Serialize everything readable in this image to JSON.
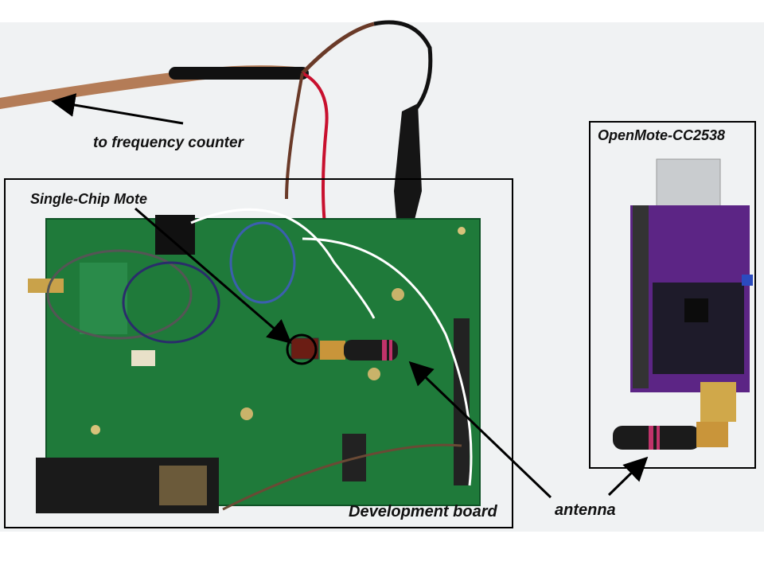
{
  "annotations": {
    "freq_counter": "to frequency counter",
    "single_chip": "Single-Chip Mote",
    "dev_board": "Development board",
    "antenna": "antenna",
    "openmote": "OpenMote-CC2538"
  },
  "colors": {
    "board": "#1f7a3a",
    "openmote_pcb": "#6a2b8f",
    "cable": "#b07a55",
    "red_wire": "#c8102e"
  },
  "icons": [
    "arrow-icon"
  ]
}
